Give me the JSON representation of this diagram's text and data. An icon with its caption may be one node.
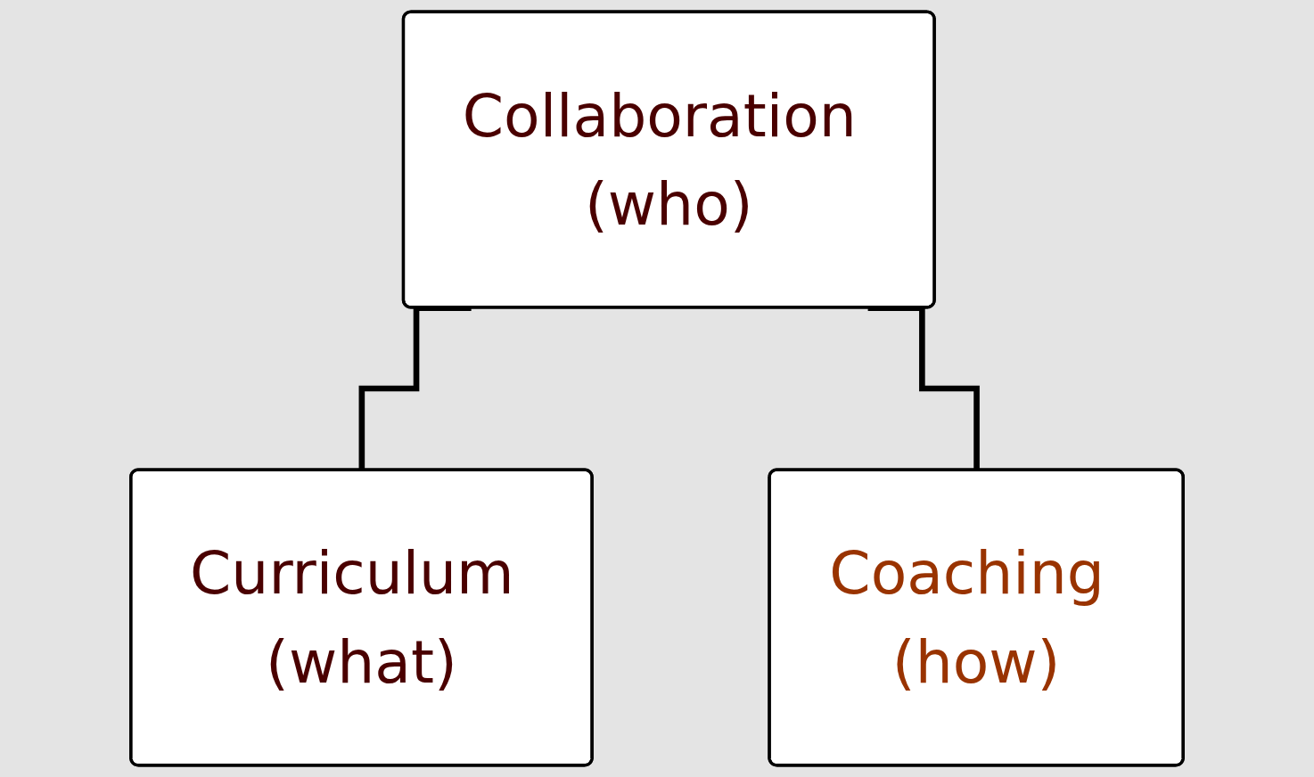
{
  "diagram": {
    "nodes": [
      {
        "text": [
          "Collaboration (who)"
        ]
      },
      {
        "text": [
          "Curriculum (what)"
        ]
      },
      {
        "text": [
          "Coaching (how)"
        ]
      }
    ],
    "edges": [
      {
        "from": 0,
        "to": 1,
        "arrow": "none"
      },
      {
        "from": 0,
        "to": 2,
        "arrow": "none"
      }
    ]
  }
}
